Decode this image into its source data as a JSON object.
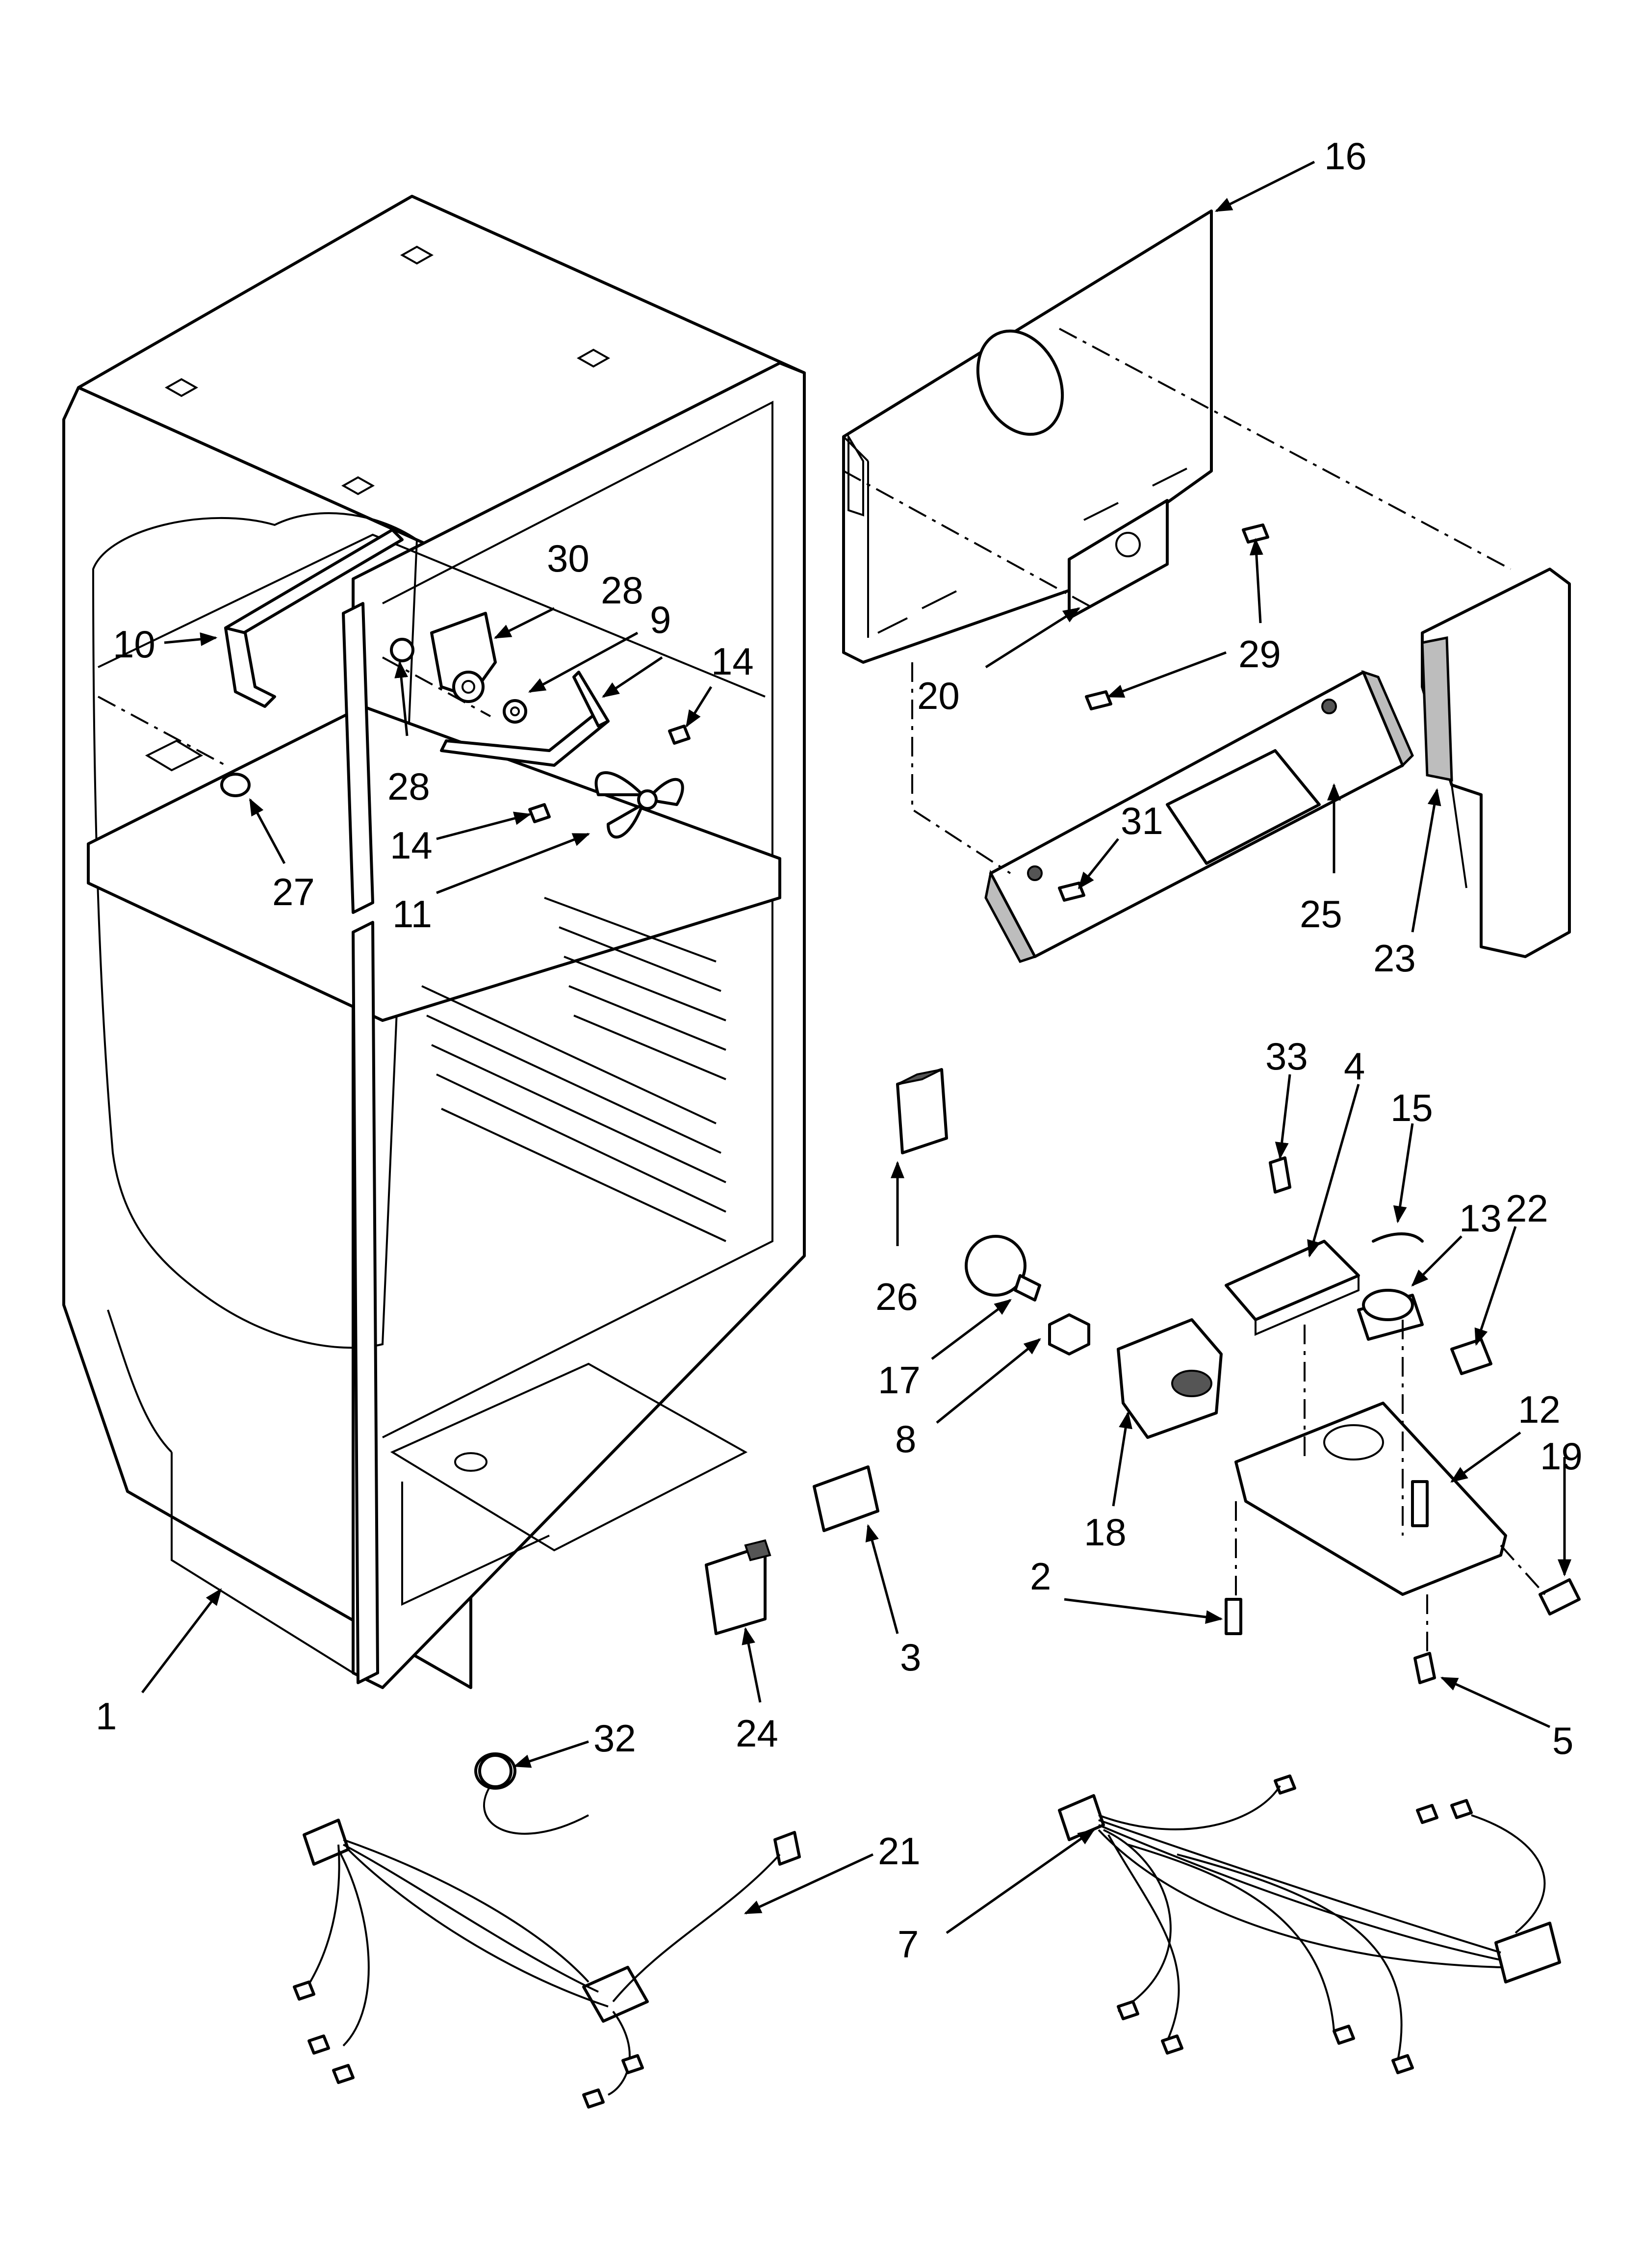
{
  "callouts": {
    "c1": "1",
    "c2": "2",
    "c3": "3",
    "c4": "4",
    "c5": "5",
    "c7": "7",
    "c8": "8",
    "c9": "9",
    "c10": "10",
    "c11": "11",
    "c12": "12",
    "c13": "13",
    "c14a": "14",
    "c14b": "14",
    "c15": "15",
    "c16": "16",
    "c17": "17",
    "c18": "18",
    "c19": "19",
    "c20": "20",
    "c21": "21",
    "c22": "22",
    "c23": "23",
    "c24": "24",
    "c25": "25",
    "c26": "26",
    "c27": "27",
    "c28a": "28",
    "c28b": "28",
    "c29a": "29",
    "c30": "30",
    "c31": "31",
    "c32": "32",
    "c33": "33"
  },
  "colors": {
    "line": "#000000",
    "background": "#ffffff",
    "shade": "#bdbdbd"
  }
}
